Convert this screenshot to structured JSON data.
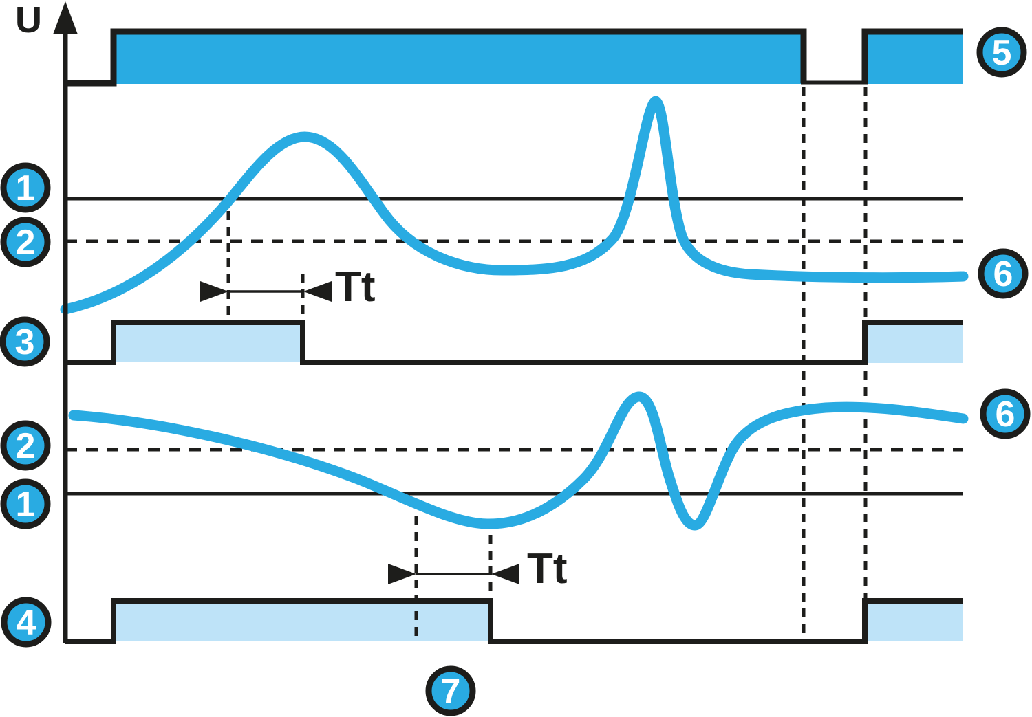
{
  "colors": {
    "accent": "#29ABE2",
    "light_fill": "#BEE3F8",
    "line": "#1D1D1B",
    "bg": "#FFFFFF"
  },
  "axis": {
    "label": "U"
  },
  "delay": {
    "top_label": "Tt",
    "bottom_label": "Tt"
  },
  "badges": {
    "upper_threshold_1": "1",
    "upper_threshold_2": "2",
    "output_3": "3",
    "lower_threshold_2": "2",
    "lower_threshold_1": "1",
    "output_4": "4",
    "gate_5": "5",
    "curve_6_upper": "6",
    "curve_6_lower": "6",
    "time_7": "7"
  }
}
